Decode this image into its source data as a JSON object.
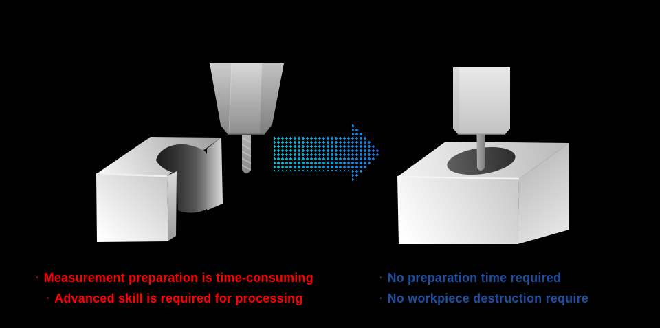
{
  "colors": {
    "background": "#000000",
    "left_text": "#ff0000",
    "right_text": "#1d4fa1",
    "arrow_start": "#00c6d8",
    "arrow_end": "#1478f0",
    "workpiece_light": "#e8e8e8",
    "bore_dark": "#2e2e2e"
  },
  "figures": {
    "left": "cut-workpiece-with-probe",
    "right": "intact-workpiece-with-probe",
    "arrow": "dotted-transform-arrow-right"
  },
  "left_panel": {
    "bullet": "·",
    "lines": [
      "Measurement preparation is time-consuming",
      "Advanced skill is required for processing"
    ]
  },
  "right_panel": {
    "bullet": "·",
    "lines": [
      "No preparation time required",
      "No workpiece destruction require"
    ]
  }
}
